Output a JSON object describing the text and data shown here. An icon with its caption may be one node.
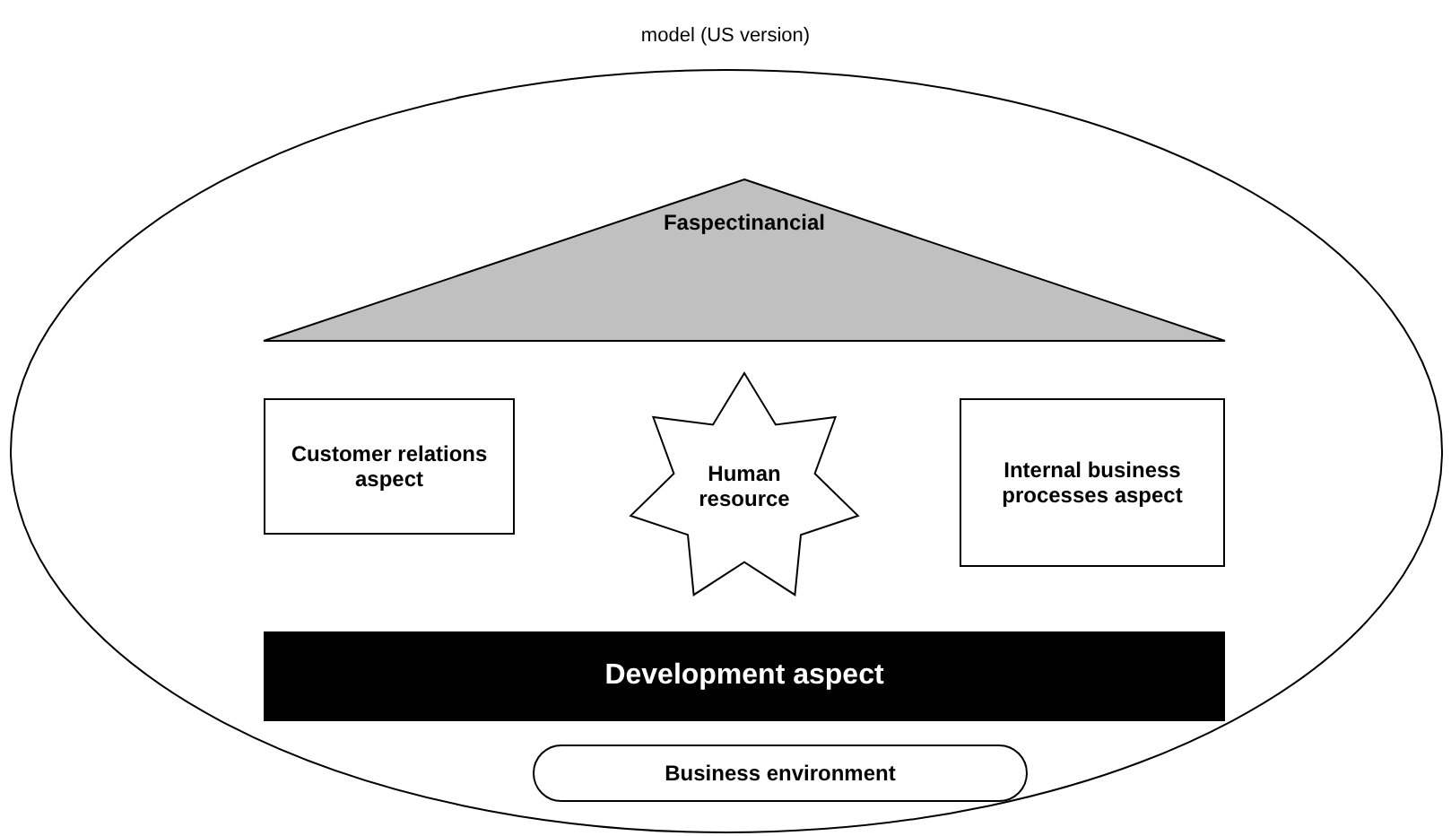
{
  "diagram": {
    "title": "model (US version)",
    "nodes": [
      {
        "text": [],
        "shape": "ellipse"
      },
      {
        "text": [
          "Faspectinancial"
        ],
        "in": 0
      },
      {
        "text": [
          "Customer relations aspect"
        ],
        "in": 0
      },
      {
        "text": [
          "Human resource"
        ],
        "in": 0
      },
      {
        "text": [
          "Internal business processes aspect"
        ],
        "in": 0
      },
      {
        "text": [
          "Development aspect"
        ],
        "in": 0
      },
      {
        "text": [
          "Business environment"
        ],
        "in": 0
      }
    ]
  }
}
